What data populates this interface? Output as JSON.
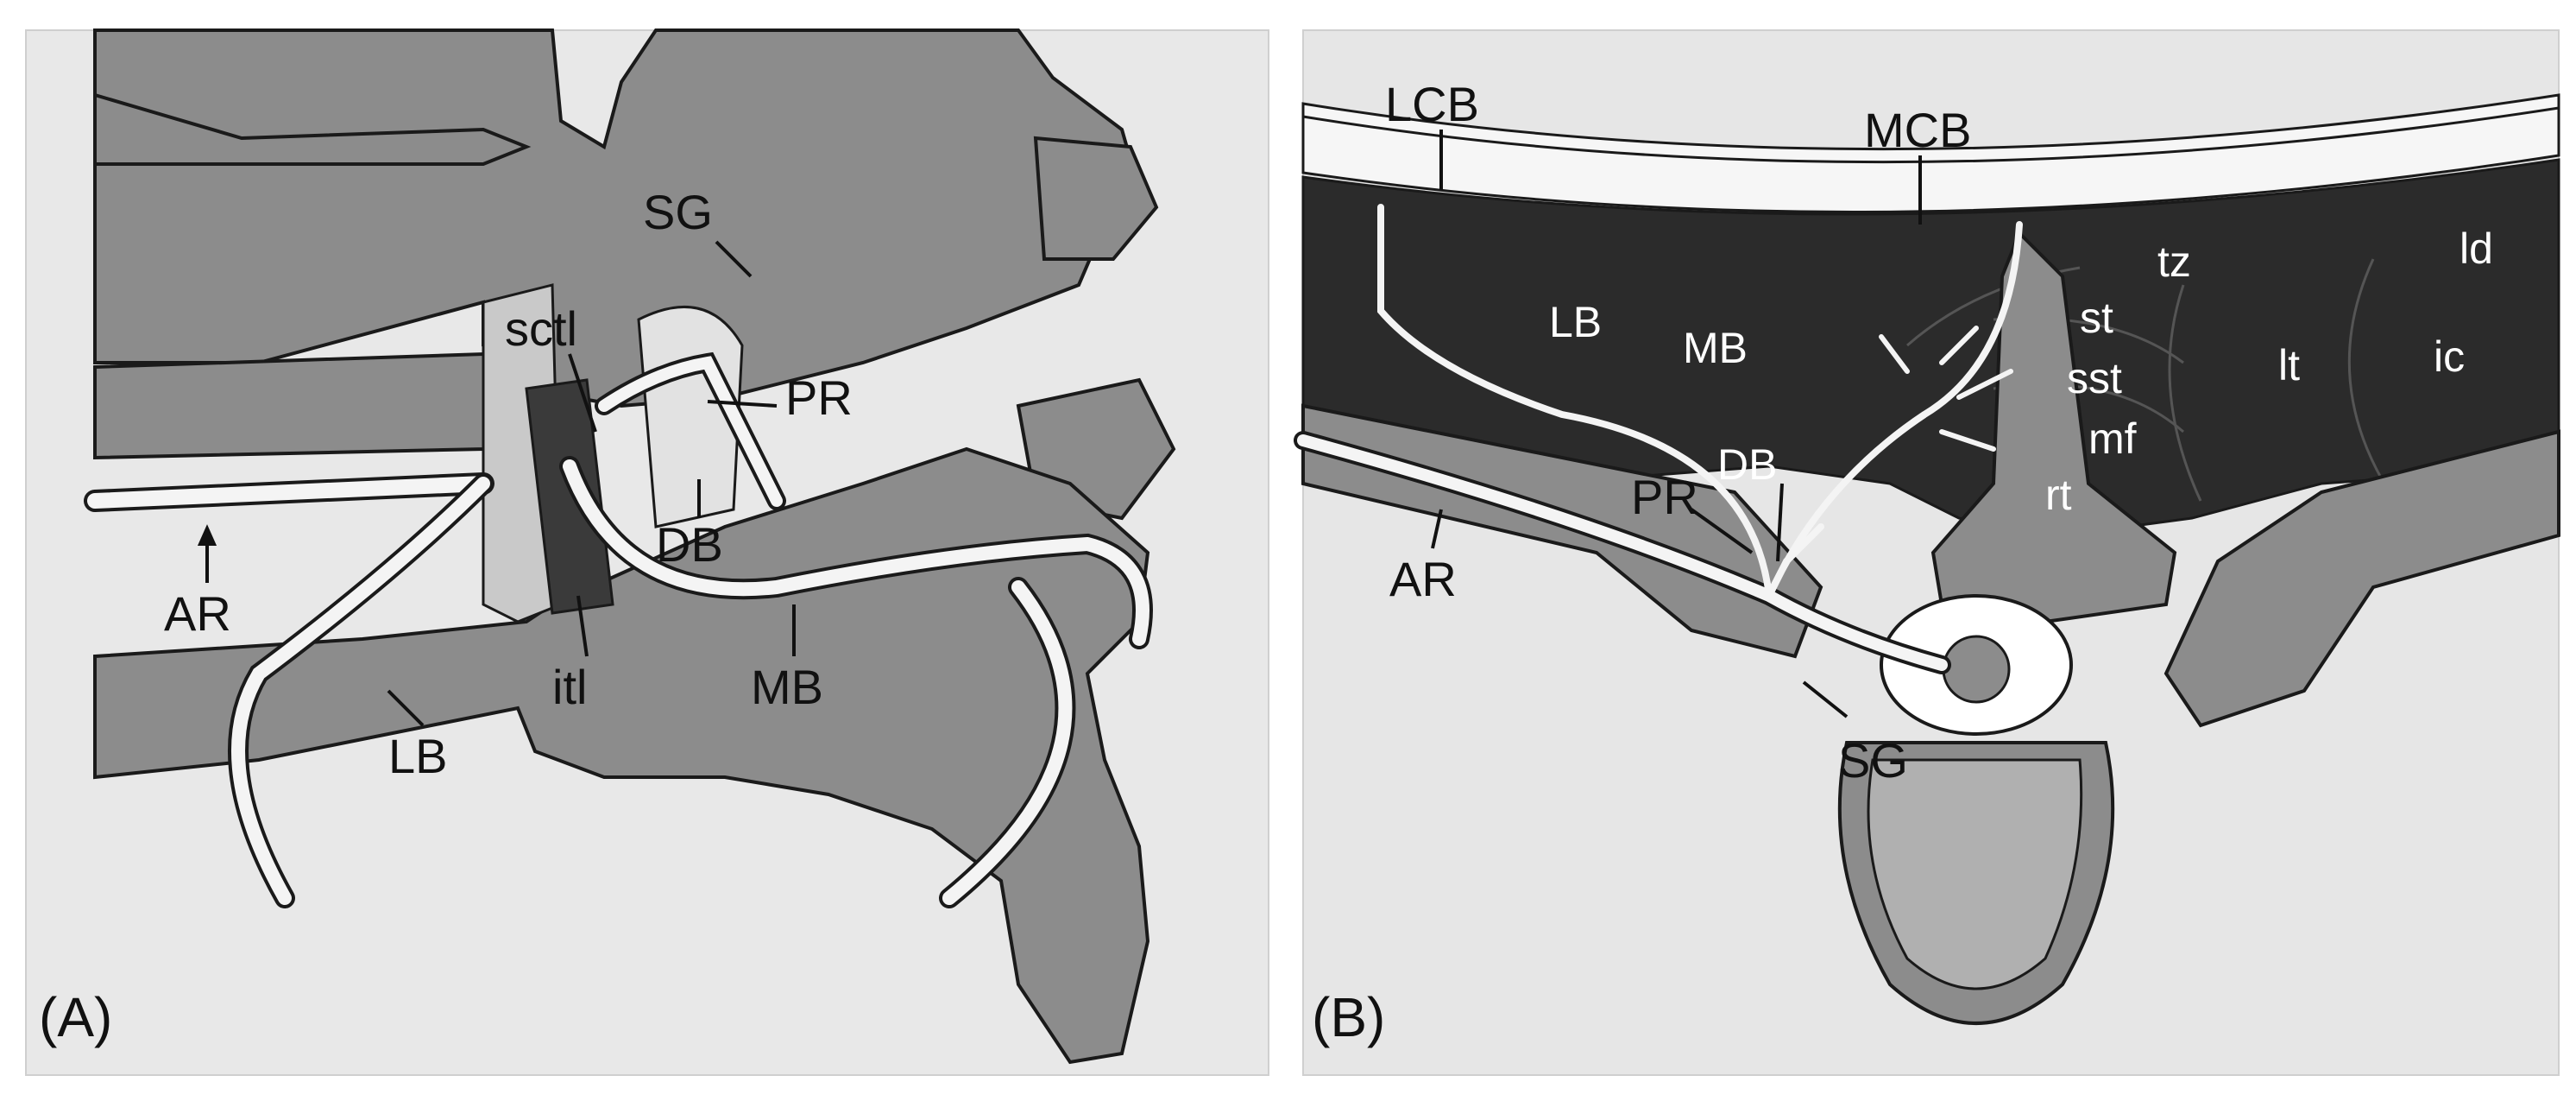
{
  "panels": [
    {
      "tag": "(A)",
      "labels": {
        "SG": "SG",
        "sctl": "sctl",
        "PR": "PR",
        "DB": "DB",
        "AR": "AR",
        "itl": "itl",
        "MB": "MB",
        "LB": "LB"
      }
    },
    {
      "tag": "(B)",
      "labels": {
        "LCB": "LCB",
        "MCB": "MCB",
        "tz": "tz",
        "ld": "ld",
        "LB": "LB",
        "MB": "MB",
        "st": "st",
        "sst": "sst",
        "lt": "lt",
        "ic": "ic",
        "mf": "mf",
        "DB": "DB",
        "rt": "rt",
        "PR": "PR",
        "AR": "AR",
        "SG": "SG"
      }
    }
  ],
  "colors": {
    "bone": "#8c8c8c",
    "bone_light": "#b5b5b5",
    "ligament_dark": "#3a3a3a",
    "muscle": "#2b2b2b",
    "nerve": "#f4f4f4",
    "background": "#e6e6e6"
  }
}
